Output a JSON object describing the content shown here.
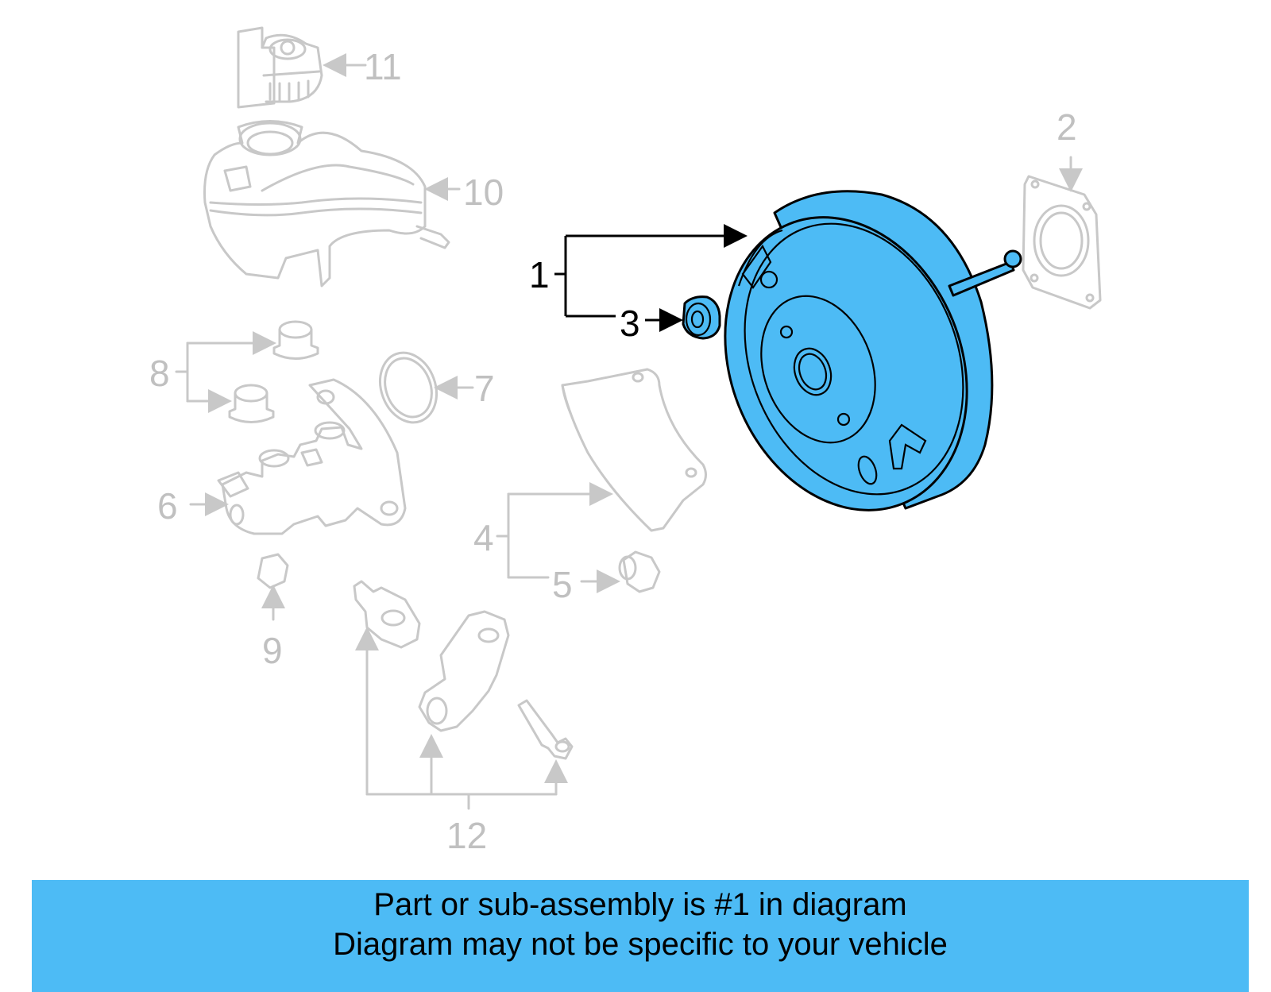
{
  "banner": {
    "line1": "Part or sub-assembly is #1 in diagram",
    "line2": "Diagram may not be specific to your vehicle",
    "color": "#4dbbf5"
  },
  "highlight_color": "#4dbbf5",
  "callouts": {
    "c1": "1",
    "c2": "2",
    "c3": "3",
    "c4": "4",
    "c5": "5",
    "c6": "6",
    "c7": "7",
    "c8": "8",
    "c9": "9",
    "c10": "10",
    "c11": "11",
    "c12": "12"
  },
  "highlighted_part": "1"
}
